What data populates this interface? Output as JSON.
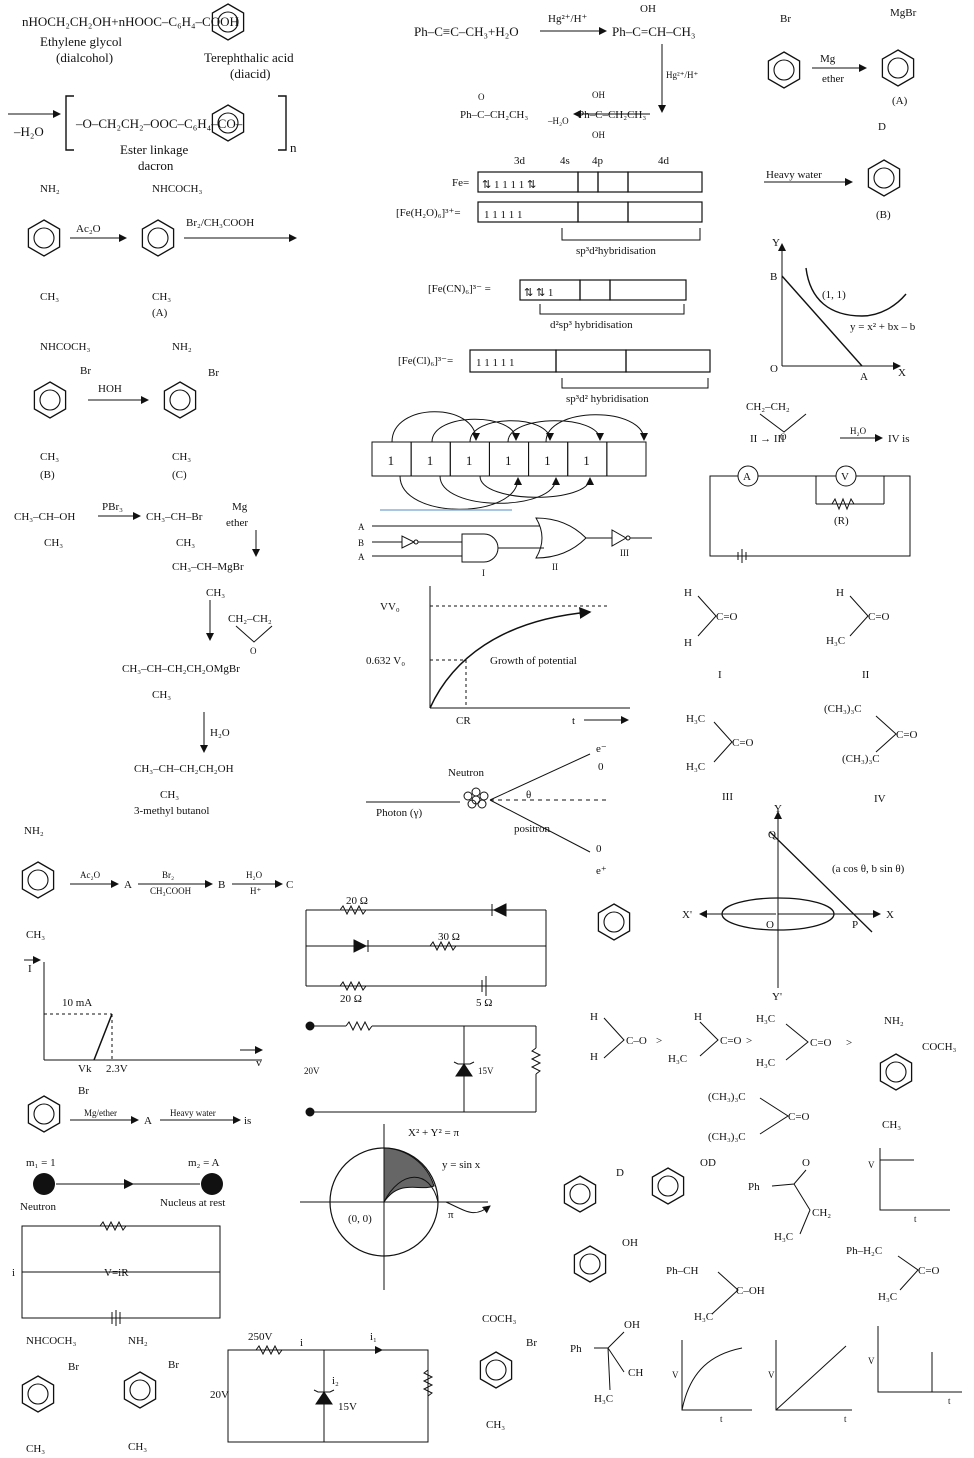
{
  "polyester": {
    "reactants": "nHOCH₂CH₂OH+nHOOC–C₆H₄–COOH",
    "glycol_name": "Ethylene glycol",
    "glycol_kind": "(dialcohol)",
    "acid_name": "Terephthalic acid",
    "acid_kind": "(diacid)",
    "water": "–H₂O",
    "repeat_unit": "–O–CH₂CH₂–OOC–C₆H₄–CO–",
    "n": "n",
    "linkage": "Ester linkage",
    "polymer": "dacron"
  },
  "alkyne_hydration": {
    "reactants": "Ph–C≡C–CH₃+H₂O",
    "reagent": "Hg²⁺/H⁺",
    "enol": "Ph–C=CH–CH₃",
    "oh": "OH",
    "reagent2": "Hg²⁺/H⁺",
    "ketone": "Ph–C–CH₂CH₃",
    "o": "O",
    "minus_water": "–H₂O",
    "diol": "Ph–C–CH₂CH₃"
  },
  "grignard_benzene": {
    "br": "Br",
    "mgbr": "MgBr",
    "reagent": "Mg",
    "solvent": "ether",
    "label_a": "(A)",
    "heavy_water": "Heavy water",
    "d": "D",
    "label_b": "(B)"
  },
  "toluidine_scheme": {
    "nh2": "NH₂",
    "ac2o": "Ac₂O",
    "nhcoch3": "NHCOCH₃",
    "br2": "Br₂/CH₃COOH",
    "ch3": "CH₃",
    "label_a": "(A)",
    "nhcoch3_b": "NHCOCH₃",
    "br": "Br",
    "hoh": "HOH",
    "nh2_c": "NH₂",
    "label_b": "(B)",
    "label_c": "(C)"
  },
  "iron_config": {
    "h3d": "3d",
    "h4s": "4s",
    "h4p": "4p",
    "h4d": "4d",
    "fe": "Fe=",
    "feh2o": "[Fe(H₂O)₆]³⁺=",
    "hyb1": "sp³d²hybridisation",
    "fecn": "[Fe(CN)₆]³⁻ =",
    "hyb2": "d²sp³ hybridisation",
    "fecl": "[Fe(Cl)₆]³⁻=",
    "hyb3": "sp³d² hybridisation"
  },
  "hund_boxes": [
    "1",
    "1",
    "1",
    "1",
    "1",
    "1",
    ""
  ],
  "graph_line_curve": {
    "y": "Y",
    "b": "B",
    "point": "(1, 1)",
    "curve": "y = x² + bx – b",
    "o": "O",
    "a": "A",
    "x": "X"
  },
  "epoxide": {
    "ring": "CH₂–CH₂",
    "o": "O",
    "sequence": "II → III",
    "reagent": "H₂O",
    "product": "IV is"
  },
  "ammeter_circuit": {
    "a": "A",
    "v": "V",
    "r": "(R)"
  },
  "grignard_alcohol": {
    "start": "CH₃–CH–OH",
    "ch3": "CH₃",
    "pbr3": "PBr₃",
    "bromide": "CH₃–CH–Br",
    "mg": "Mg",
    "ether": "ether",
    "grignard": "CH₃–CH–MgBr",
    "epox": "CH₂–CH₂",
    "o": "O",
    "alkoxide": "CH₃–CH–CH₂CH₂OMgBr",
    "h2o": "H₂O",
    "alcohol": "CH₃–CH–CH₂CH₂OH",
    "name": "3-methyl butanol"
  },
  "logic_gates": {
    "a": "A",
    "b": "B",
    "a2": "A",
    "g1": "I",
    "g2": "II",
    "g3": "III"
  },
  "capacitor_graph": {
    "v": "V",
    "v0": "V₀",
    "v632": "0.632 V₀",
    "caption": "Growth of potential",
    "cr": "CR",
    "t": "t"
  },
  "carbonyls": {
    "h": "H",
    "h3c": "H₃C",
    "c_o": "C=O",
    "tbu": "(CH₃)₃C",
    "labels": [
      "I",
      "II",
      "III",
      "IV"
    ]
  },
  "pair_production": {
    "neutron": "Neutron",
    "photon": "Photon (γ)",
    "theta": "θ",
    "positron": "positron",
    "e_minus": "e⁻",
    "zero": "0",
    "e_plus": "e⁺",
    "zero2": "0"
  },
  "ellipse": {
    "y": "Y",
    "q": "Q",
    "point": "(a cos θ, b sin θ)",
    "x": "X",
    "xp": "X'",
    "o": "O",
    "p": "P",
    "yp": "Y'"
  },
  "toluidine_small": {
    "nh2": "NH₂",
    "ac2o": "Ac₂O",
    "a": "A",
    "br2": "Br₂",
    "ch3cooh": "CH₃COOH",
    "b": "B",
    "h2o": "H₂O",
    "hplus": "H⁺",
    "c": "C",
    "ch3": "CH₃"
  },
  "diode_iv": {
    "i": "I",
    "ma": "10 mA",
    "vk": "Vk",
    "v23": "2.3V",
    "v": "v"
  },
  "diode_circuit": {
    "r20a": "20 Ω",
    "r30": "30 Ω",
    "r20b": "20 Ω",
    "v5": "5 Ω"
  },
  "zener1": {
    "v20": "20V",
    "v15": "15V"
  },
  "order_row": {
    "gt": ">",
    "nh2": "NH₂",
    "coch3": "COCH₃",
    "ch3": "CH₃"
  },
  "bromobenzene_small": {
    "br": "Br",
    "reagent": "Mg/ether",
    "a": "A",
    "water": "Heavy water",
    "is": "is"
  },
  "collision": {
    "m1": "m₁ = 1",
    "m2": "m₂ = A",
    "neutron": "Neutron",
    "nucleus": "Nucleus at rest"
  },
  "circle_area": {
    "eq": "X² + Y² = π",
    "sin": "y = sin x",
    "origin": "(0, 0)",
    "pi": "π"
  },
  "deuterated": {
    "d": "D",
    "od": "OD",
    "oh": "OH"
  },
  "enol_forms": {
    "ph": "Ph",
    "o": "O",
    "ch2": "CH₂",
    "h3c": "H₃C",
    "phch": "Ph–CH",
    "c_oh": "C–OH",
    "phh2c": "Ph–H₂C",
    "c_o": "C=O",
    "oh": "OH",
    "ch": "CH"
  },
  "vt_graphs": {
    "v": "V",
    "t": "t"
  },
  "viR": {
    "i": "i",
    "label": "V=iR"
  },
  "bottom_structs": {
    "nhcoch3": "NHCOCH₃",
    "br": "Br",
    "nh2": "NH₂",
    "ch3": "CH₃",
    "coch3": "COCH₃"
  },
  "zener2": {
    "v250": "250V",
    "i": "i",
    "i1": "i₁",
    "i2": "i₂",
    "v20": "20V",
    "v15": "15V"
  }
}
